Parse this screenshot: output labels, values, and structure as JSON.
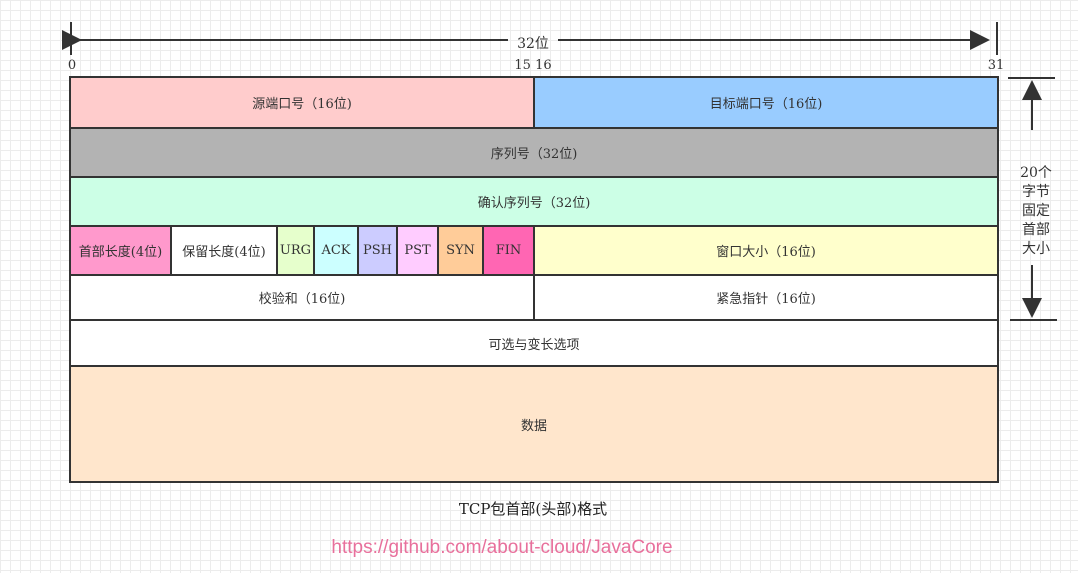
{
  "top_axis": {
    "label": "32位",
    "tick_start": "0",
    "tick_mid": "15 16",
    "tick_end": "31"
  },
  "side_label": [
    "20个",
    "字节",
    "固定",
    "首部",
    "大小"
  ],
  "rows": {
    "source_port": {
      "label": "源端口号（16位)",
      "color": "#ffcccc"
    },
    "dest_port": {
      "label": "目标端口号（16位)",
      "color": "#99ccff"
    },
    "seq": {
      "label": "序列号（32位)",
      "color": "#b3b3b3"
    },
    "ack_num": {
      "label": "确认序列号（32位)",
      "color": "#ccffe6"
    },
    "header_len": {
      "label": "首部长度(4位)",
      "color": "#ff99cc"
    },
    "reserved": {
      "label": "保留长度(4位)",
      "color": "#ffffff"
    },
    "urg": {
      "label": "URG",
      "color": "#e6ffcc"
    },
    "ack": {
      "label": "ACK",
      "color": "#ccffff"
    },
    "psh": {
      "label": "PSH",
      "color": "#ccccff"
    },
    "pst": {
      "label": "PST",
      "color": "#ffccff"
    },
    "syn": {
      "label": "SYN",
      "color": "#ffcc99"
    },
    "fin": {
      "label": "FIN",
      "color": "#ff66b3"
    },
    "window": {
      "label": "窗口大小（16位)",
      "color": "#ffffcc"
    },
    "checksum": {
      "label": "校验和（16位)",
      "color": "#ffffff"
    },
    "urgent": {
      "label": "紧急指针（16位)",
      "color": "#ffffff"
    },
    "options": {
      "label": "可选与变长选项",
      "color": "#ffffff"
    },
    "data": {
      "label": "数据",
      "color": "#ffe6cc"
    }
  },
  "caption": "TCP包首部(头部)格式",
  "url": "https://github.com/about-cloud/JavaCore"
}
